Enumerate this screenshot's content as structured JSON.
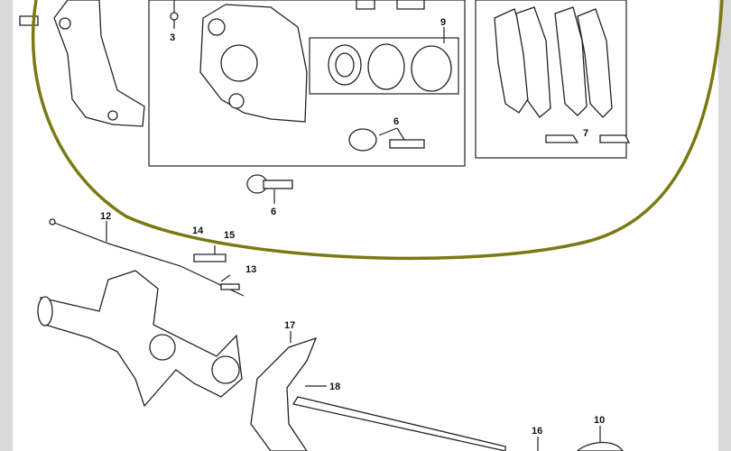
{
  "diagram": {
    "title": "Brake caliper and rear axle exploded parts diagram",
    "highlight_color": "#7a7a12",
    "callouts": {
      "c3": "3",
      "c9": "9",
      "c6a": "6",
      "c6b": "6",
      "c7": "7",
      "c12": "12",
      "c14": "14",
      "c15": "15",
      "c13": "13",
      "c17": "17",
      "c18": "18",
      "c16": "16",
      "c10": "10"
    }
  }
}
